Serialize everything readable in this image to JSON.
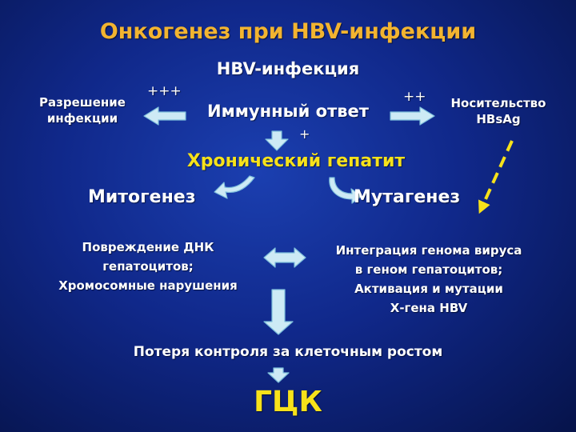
{
  "title": "Онкогенез при HBV-инфекции",
  "colors": {
    "title": "#f2b430",
    "accent": "#f7e21a",
    "text": "#ffffff",
    "arrow_fill": "#cdeaf5",
    "arrow_stroke": "#7fc0dc",
    "background": "#10288a"
  },
  "nodes": {
    "hbv_infection": "HBV-инфекция",
    "resolution": [
      "Разрешение",
      "инфекции"
    ],
    "immune_response": "Иммунный ответ",
    "carrier": [
      "Носительство",
      "HBsAg"
    ],
    "chronic_hepatitis": "Хронический гепатит",
    "mitogenesis": "Митогенез",
    "mutagenesis": "Мутагенез",
    "dna_damage": [
      "Повреждение ДНК",
      "гепатоцитов;",
      "Хромосомные нарушения"
    ],
    "integration": [
      "Интеграция генома вируса",
      "в геном гепатоцитов;",
      "Активация и мутации",
      "Х-гена HBV"
    ],
    "loss_of_control": "Потеря контроля за клеточным ростом",
    "hcc": "ГЦК"
  },
  "edge_labels": {
    "to_resolution": "+++",
    "to_carrier": "++",
    "to_chronic": "+"
  }
}
